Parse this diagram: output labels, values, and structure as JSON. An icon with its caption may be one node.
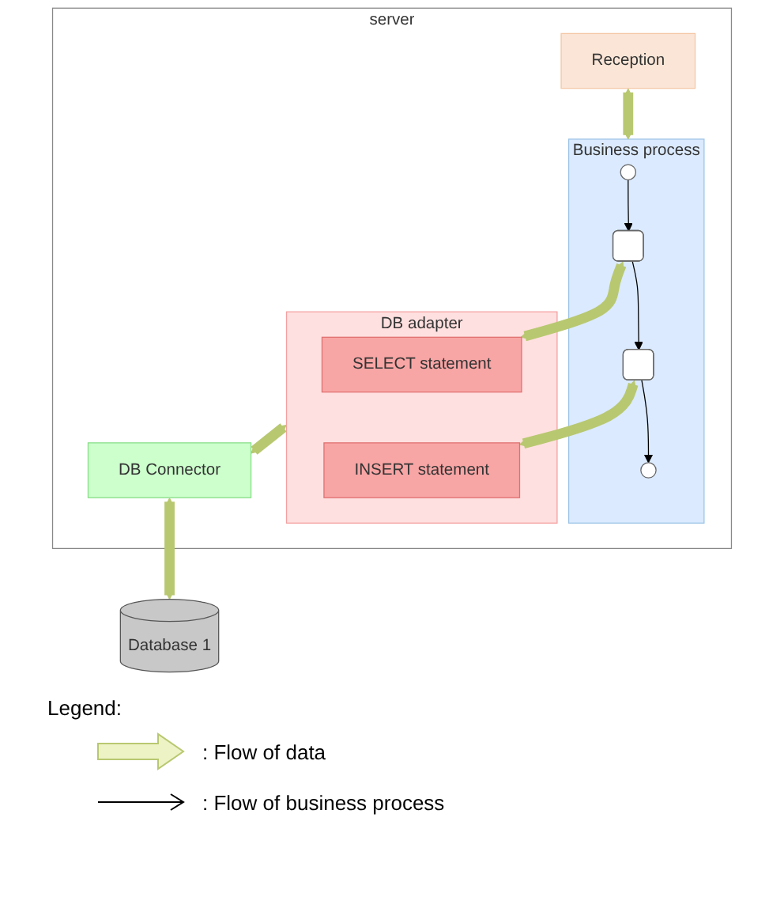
{
  "diagram": {
    "nodes": [
      {
        "text": [
          "server"
        ]
      },
      {
        "text": [
          "Reception"
        ],
        "in": 0
      },
      {
        "text": [
          "Business process"
        ],
        "in": 0
      },
      {
        "text": [],
        "shape": "circle",
        "in": 2
      },
      {
        "text": [],
        "shape": "box",
        "in": 2
      },
      {
        "text": [],
        "shape": "box",
        "in": 2
      },
      {
        "text": [],
        "shape": "circle",
        "in": 2
      },
      {
        "text": [
          "DB adapter"
        ],
        "in": 0
      },
      {
        "text": [
          "SELECT statement"
        ],
        "in": 7
      },
      {
        "text": [
          "INSERT statement"
        ],
        "in": 7
      },
      {
        "text": [
          "DB Connector"
        ],
        "in": 0
      },
      {
        "text": [
          "Database 1"
        ]
      }
    ],
    "edges": [
      {
        "from": 1,
        "to": 2,
        "arrow": "both"
      },
      {
        "from": 3,
        "to": 4,
        "arrow": "to",
        "color": "#000000"
      },
      {
        "from": 4,
        "to": 5,
        "arrow": "to",
        "color": "#000000"
      },
      {
        "from": 5,
        "to": 6,
        "arrow": "to",
        "color": "#000000"
      },
      {
        "from": 4,
        "to": 8,
        "arrow": "both"
      },
      {
        "from": 5,
        "to": 9,
        "arrow": "both"
      },
      {
        "from": 7,
        "to": 10,
        "arrow": "both"
      },
      {
        "from": 10,
        "to": 11,
        "arrow": "both"
      }
    ],
    "labels": [
      "Legend:"
    ],
    "legend": [
      {
        "text": ": Flow of data"
      },
      {
        "text": ": Flow of business process"
      }
    ]
  }
}
